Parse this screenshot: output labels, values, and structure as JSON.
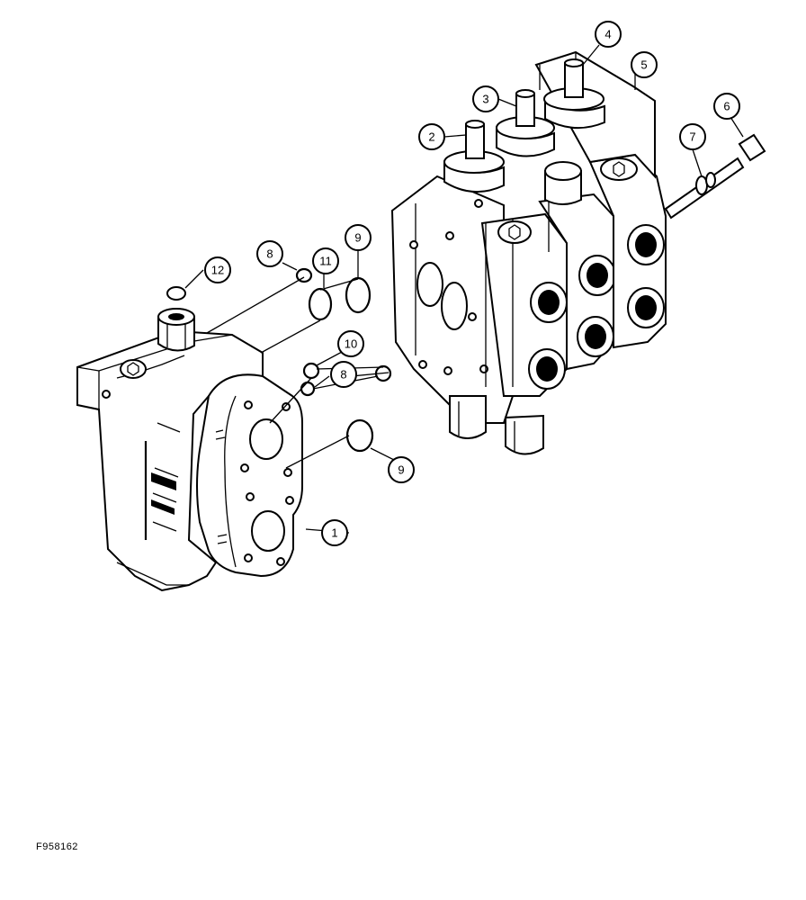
{
  "figure_id": "F958162",
  "callouts": [
    {
      "id": "c1",
      "label": "1"
    },
    {
      "id": "c2",
      "label": "2"
    },
    {
      "id": "c3",
      "label": "3"
    },
    {
      "id": "c4",
      "label": "4"
    },
    {
      "id": "c5",
      "label": "5"
    },
    {
      "id": "c6",
      "label": "6"
    },
    {
      "id": "c7",
      "label": "7"
    },
    {
      "id": "c8a",
      "label": "8"
    },
    {
      "id": "c8b",
      "label": "8"
    },
    {
      "id": "c9a",
      "label": "9"
    },
    {
      "id": "c9b",
      "label": "9"
    },
    {
      "id": "c10",
      "label": "10"
    },
    {
      "id": "c11",
      "label": "11"
    },
    {
      "id": "c12",
      "label": "12"
    }
  ]
}
